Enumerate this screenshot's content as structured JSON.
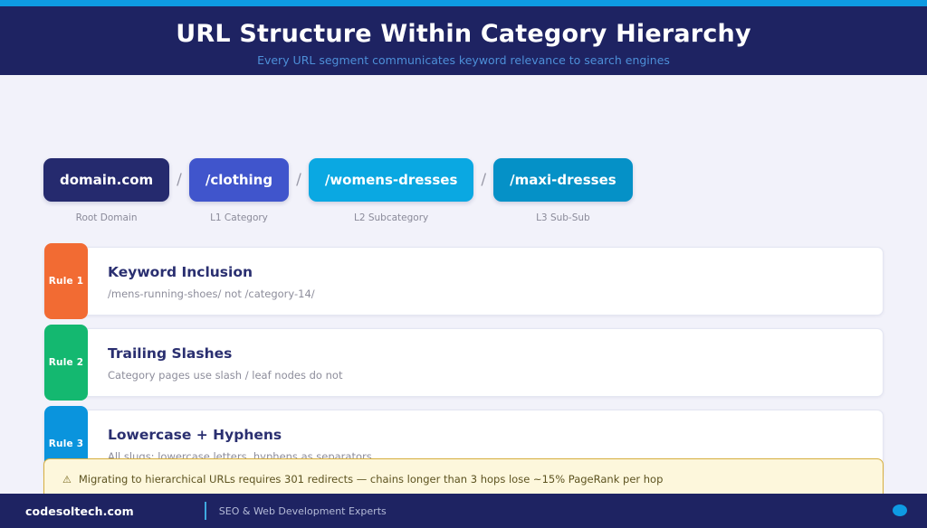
{
  "theme": {
    "accent_bar": "#0e9ae3",
    "header_bg": "#1e2362",
    "page_bg": "#f2f2fa",
    "card_bg": "#ffffff",
    "title_color": "#2a2f70",
    "muted_color": "#8d8d9b",
    "warning_bg": "#fdf7dc",
    "warning_border": "#d6ae3e",
    "footer_bg": "#1e2362"
  },
  "header": {
    "title": "URL Structure Within Category Hierarchy",
    "subtitle": "Every URL segment communicates keyword relevance to search engines"
  },
  "url_path": {
    "separator": "/",
    "segments": [
      {
        "label": "domain.com",
        "caption": "Root Domain",
        "color": "#252a6e"
      },
      {
        "label": "/clothing",
        "caption": "L1 Category",
        "color": "#4055cc"
      },
      {
        "label": "/womens-dresses",
        "caption": "L2 Subcategory",
        "color": "#0aa8e2"
      },
      {
        "label": "/maxi-dresses",
        "caption": "L3 Sub-Sub",
        "color": "#0591c7"
      }
    ]
  },
  "rules": [
    {
      "badge": "Rule 1",
      "badge_color": "#f26b33",
      "title": "Keyword Inclusion",
      "description": "/mens-running-shoes/ not /category-14/"
    },
    {
      "badge": "Rule 2",
      "badge_color": "#14b870",
      "title": "Trailing Slashes",
      "description": "Category pages use slash / leaf nodes do not"
    },
    {
      "badge": "Rule 3",
      "badge_color": "#0a94dd",
      "title": "Lowercase + Hyphens",
      "description": "All slugs: lowercase letters, hyphens as separators"
    }
  ],
  "warning": {
    "icon": "⚠",
    "text": "Migrating to hierarchical URLs requires 301 redirects — chains longer than 3 hops lose ~15% PageRank per hop"
  },
  "footer": {
    "brand": "codesoltech.com",
    "tagline": "SEO & Web Development Experts"
  }
}
